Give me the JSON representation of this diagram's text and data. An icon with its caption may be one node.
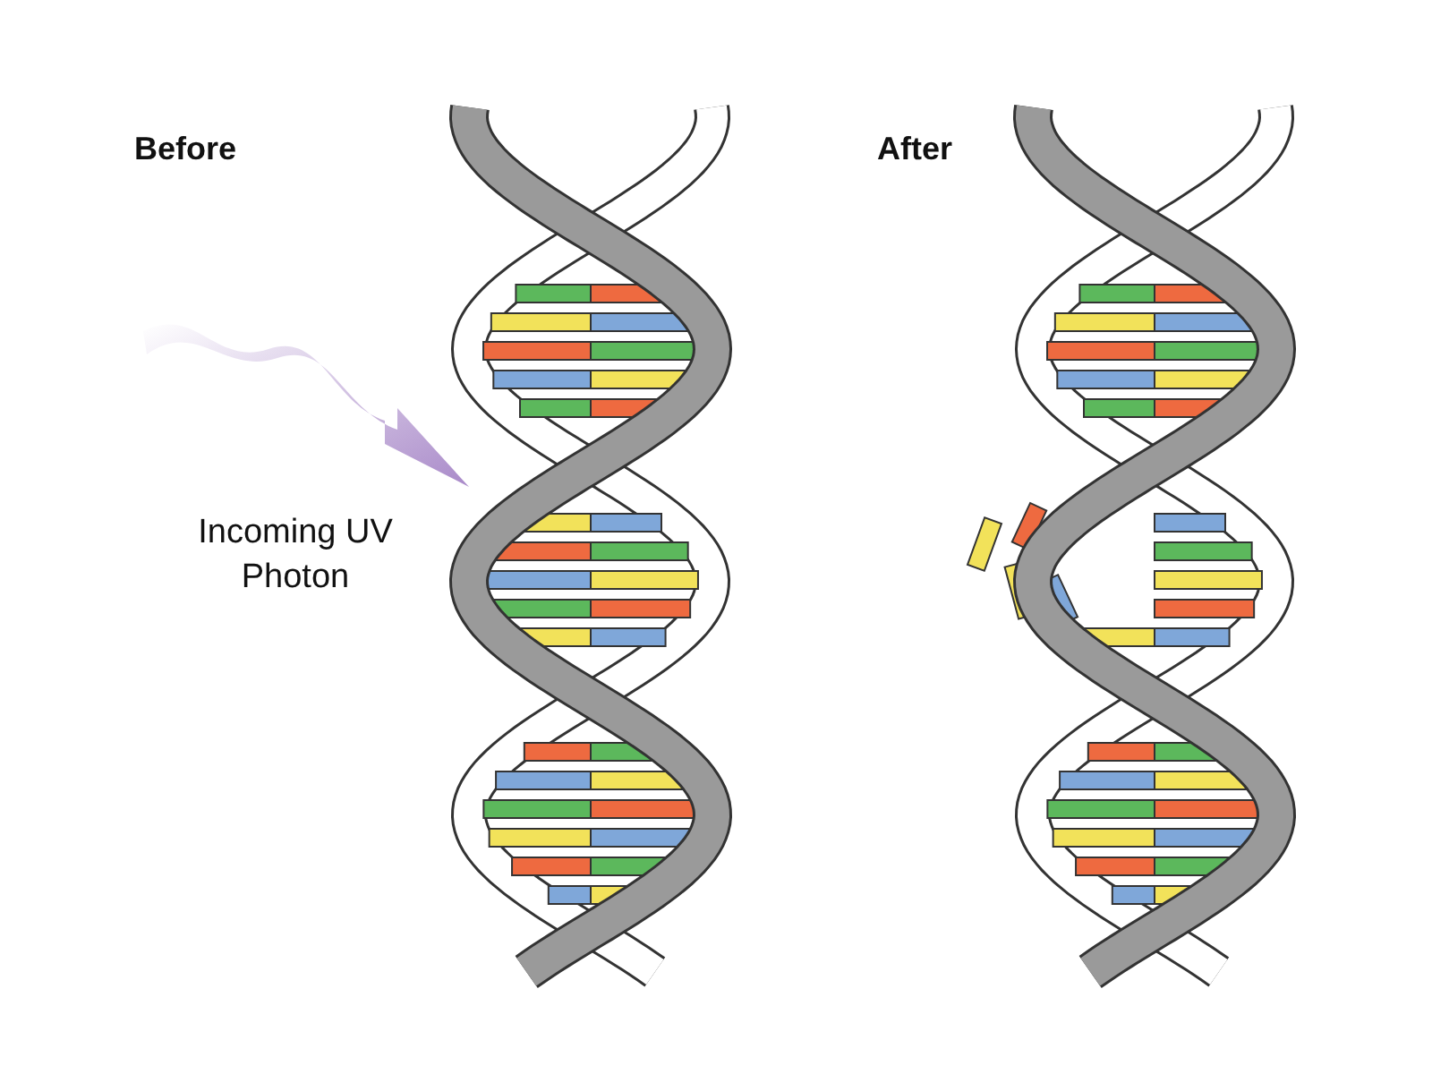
{
  "diagram": {
    "labels": [
      "Before",
      "After",
      "Incoming UV Photon"
    ]
  }
}
